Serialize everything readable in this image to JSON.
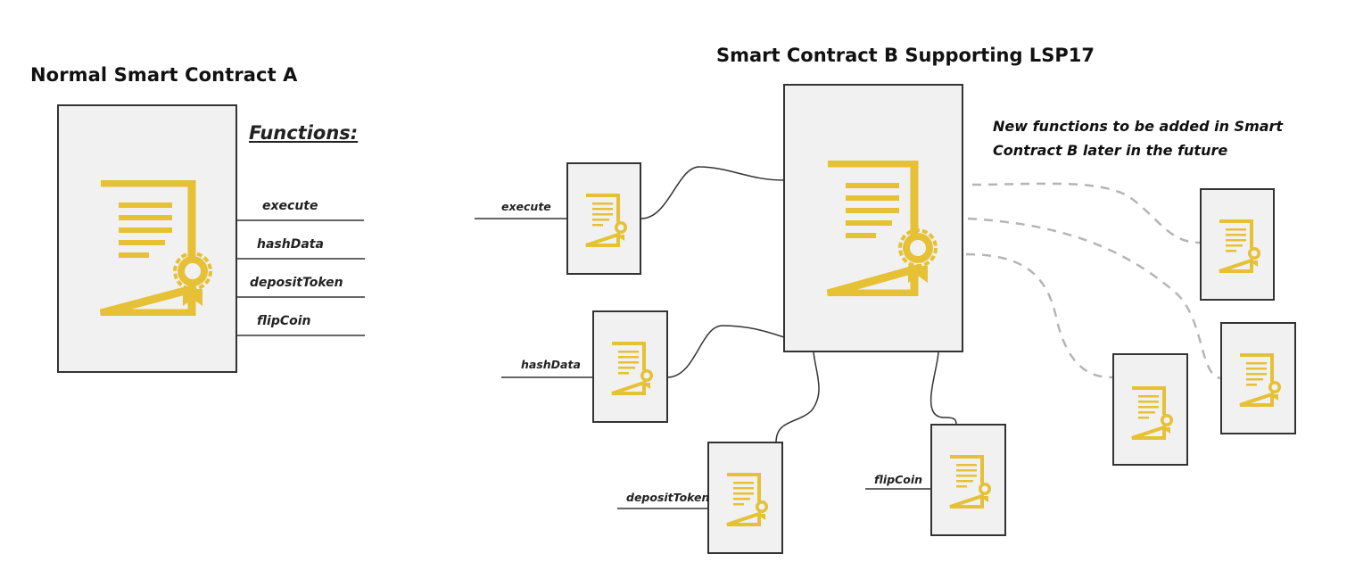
{
  "colors": {
    "accent": "#e6c035",
    "box_fill": "#f1f1f1",
    "box_border": "#333333",
    "line": "#333333",
    "dashed_line": "#b5b5b5",
    "text": "#111111"
  },
  "contract_a": {
    "title": "Normal Smart Contract A",
    "functions_heading": "Functions:",
    "icon": "certificate-icon",
    "functions": [
      {
        "label": "execute"
      },
      {
        "label": "hashData"
      },
      {
        "label": "depositToken"
      },
      {
        "label": "flipCoin"
      }
    ]
  },
  "contract_b": {
    "title": "Smart Contract B Supporting LSP17",
    "icon": "certificate-icon",
    "extensions": [
      {
        "label": "execute",
        "icon": "certificate-icon"
      },
      {
        "label": "hashData",
        "icon": "certificate-icon"
      },
      {
        "label": "depositToken",
        "icon": "certificate-icon"
      },
      {
        "label": "flipCoin",
        "icon": "certificate-icon"
      }
    ],
    "future_note": "New functions to be added in Smart Contract B later in the future",
    "future_extensions": [
      {
        "icon": "certificate-icon"
      },
      {
        "icon": "certificate-icon"
      },
      {
        "icon": "certificate-icon"
      }
    ]
  }
}
